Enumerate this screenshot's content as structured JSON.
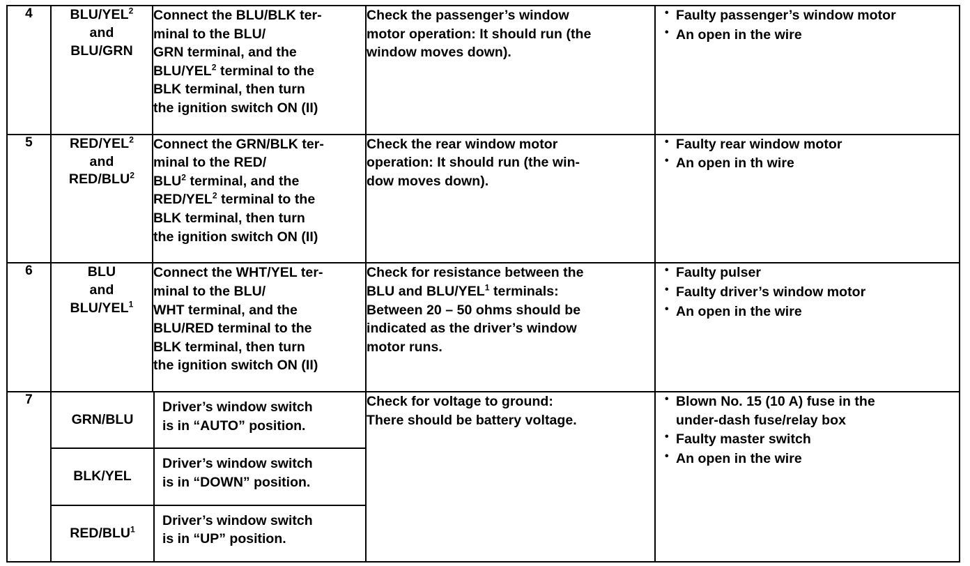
{
  "table": {
    "bullet_glyph": "•",
    "rows": [
      {
        "step": "4",
        "terminals": [
          "BLU/YEL",
          "and",
          "BLU/GRN"
        ],
        "terminal_sup": [
          "2",
          "",
          ""
        ],
        "procedure_lines": [
          "Connect the BLU/BLK ter-",
          "minal to the BLU/",
          "GRN terminal, and the",
          "BLU/YEL<sup>2</sup> terminal to the",
          "BLK terminal, then turn",
          "the ignition switch ON (II)"
        ],
        "check_lines": [
          "Check the passenger’s window",
          "motor operation: It should run (the",
          "window moves down)."
        ],
        "causes": [
          [
            "Faulty passenger’s window motor"
          ],
          [
            "An open in the wire"
          ]
        ]
      },
      {
        "step": "5",
        "terminals": [
          "RED/YEL",
          "and",
          "RED/BLU"
        ],
        "terminal_sup": [
          "2",
          "",
          "2"
        ],
        "procedure_lines": [
          "Connect the GRN/BLK ter-",
          "minal to the RED/",
          "BLU<sup>2</sup> terminal, and the",
          "RED/YEL<sup>2</sup> terminal to the",
          "BLK terminal, then turn",
          "the ignition switch ON (II)"
        ],
        "check_lines": [
          "Check the rear window motor",
          "operation: It should run (the win-",
          "dow moves down)."
        ],
        "causes": [
          [
            "Faulty rear window motor"
          ],
          [
            "An open in th wire"
          ]
        ]
      },
      {
        "step": "6",
        "terminals": [
          "BLU",
          "and",
          "BLU/YEL"
        ],
        "terminal_sup": [
          "",
          "",
          "1"
        ],
        "procedure_lines": [
          "Connect the WHT/YEL ter-",
          "minal to the BLU/",
          "WHT terminal, and the",
          "BLU/RED terminal to the",
          "BLK terminal, then turn",
          "the ignition switch ON (II)"
        ],
        "check_lines": [
          "Check for resistance between the",
          "BLU and BLU/YEL<sup>1</sup> terminals:",
          "Between 20 – 50 ohms should be",
          "indicated as the driver’s window",
          "motor runs."
        ],
        "causes": [
          [
            "Faulty pulser"
          ],
          [
            "Faulty driver’s window motor"
          ],
          [
            "An open in the wire"
          ]
        ]
      },
      {
        "step": "7",
        "subrows": [
          {
            "terminal": "GRN/BLU",
            "terminal_sup": "",
            "desc_lines": [
              "Driver’s window switch",
              "is in “AUTO” position."
            ]
          },
          {
            "terminal": "BLK/YEL",
            "terminal_sup": "",
            "desc_lines": [
              "Driver’s window switch",
              "is in “DOWN” position."
            ]
          },
          {
            "terminal": "RED/BLU",
            "terminal_sup": "1",
            "desc_lines": [
              "Driver’s window switch",
              "is in “UP” position."
            ]
          }
        ],
        "check_lines": [
          "Check for voltage to ground:",
          "There should be battery voltage."
        ],
        "causes": [
          [
            "Blown No. 15 (10 A) fuse in the",
            "under-dash fuse/relay box"
          ],
          [
            "Faulty master switch"
          ],
          [
            "An open in the wire"
          ]
        ]
      }
    ]
  }
}
